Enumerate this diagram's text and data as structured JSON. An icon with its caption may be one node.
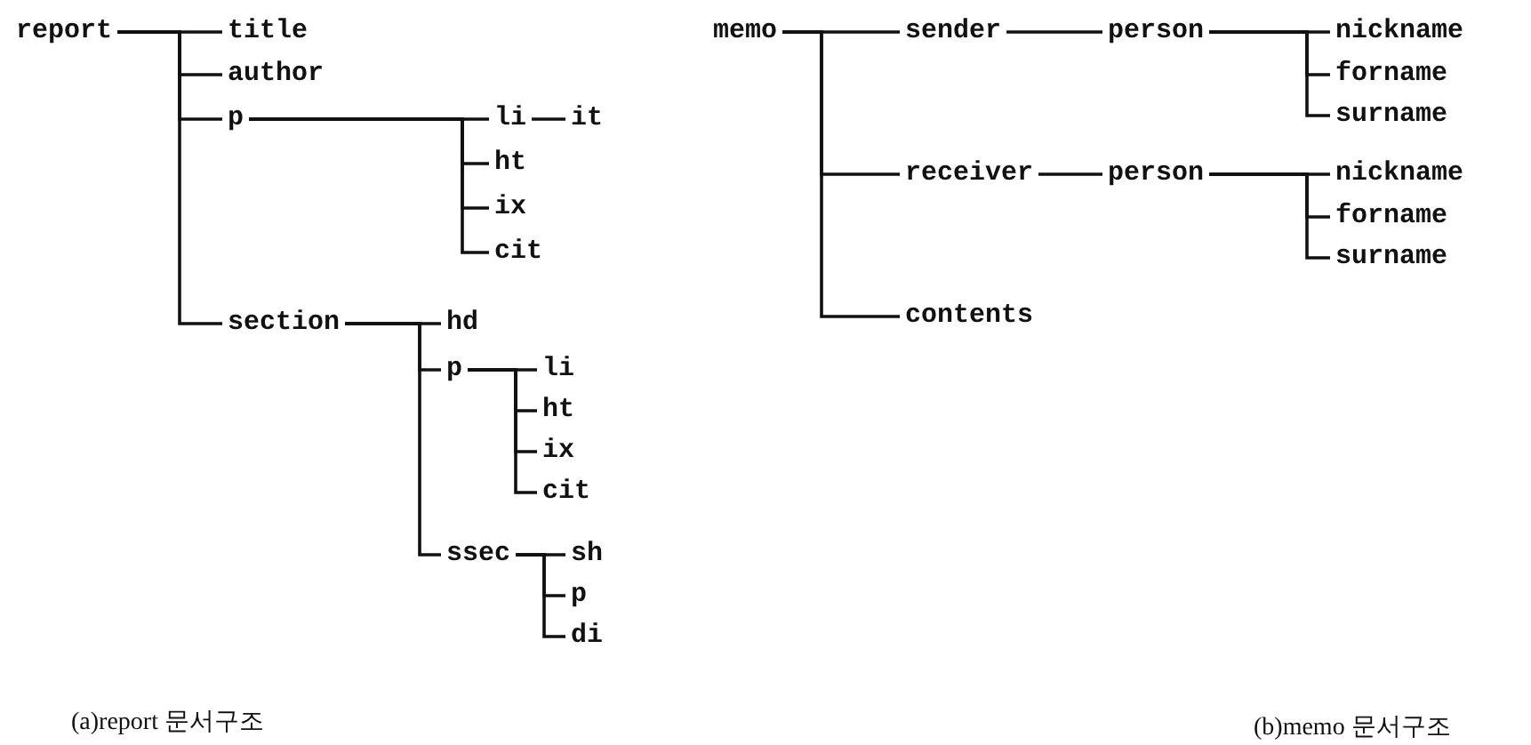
{
  "diagram": {
    "nodes": [
      {
        "text": [
          "report"
        ]
      },
      {
        "text": [
          "title"
        ]
      },
      {
        "text": [
          "author"
        ]
      },
      {
        "text": [
          "p"
        ]
      },
      {
        "text": [
          "li"
        ]
      },
      {
        "text": [
          "it"
        ]
      },
      {
        "text": [
          "ht"
        ]
      },
      {
        "text": [
          "ix"
        ]
      },
      {
        "text": [
          "cit"
        ]
      },
      {
        "text": [
          "section"
        ]
      },
      {
        "text": [
          "hd"
        ]
      },
      {
        "text": [
          "p"
        ]
      },
      {
        "text": [
          "li"
        ]
      },
      {
        "text": [
          "ht"
        ]
      },
      {
        "text": [
          "ix"
        ]
      },
      {
        "text": [
          "cit"
        ]
      },
      {
        "text": [
          "ssec"
        ]
      },
      {
        "text": [
          "sh"
        ]
      },
      {
        "text": [
          "p"
        ]
      },
      {
        "text": [
          "di"
        ]
      },
      {
        "text": [
          "memo"
        ]
      },
      {
        "text": [
          "sender"
        ]
      },
      {
        "text": [
          "person"
        ]
      },
      {
        "text": [
          "nickname"
        ]
      },
      {
        "text": [
          "forname"
        ]
      },
      {
        "text": [
          "surname"
        ]
      },
      {
        "text": [
          "receiver"
        ]
      },
      {
        "text": [
          "person"
        ]
      },
      {
        "text": [
          "nickname"
        ]
      },
      {
        "text": [
          "forname"
        ]
      },
      {
        "text": [
          "surname"
        ]
      },
      {
        "text": [
          "contents"
        ]
      }
    ],
    "edges": [
      {
        "from": 0,
        "to": 1,
        "arrow": "none"
      },
      {
        "from": 0,
        "to": 2,
        "arrow": "none"
      },
      {
        "from": 0,
        "to": 3,
        "arrow": "none"
      },
      {
        "from": 0,
        "to": 9,
        "arrow": "none"
      },
      {
        "from": 3,
        "to": 4,
        "arrow": "none"
      },
      {
        "from": 3,
        "to": 6,
        "arrow": "none"
      },
      {
        "from": 3,
        "to": 7,
        "arrow": "none"
      },
      {
        "from": 3,
        "to": 8,
        "arrow": "none"
      },
      {
        "from": 4,
        "to": 5,
        "arrow": "none"
      },
      {
        "from": 9,
        "to": 10,
        "arrow": "none"
      },
      {
        "from": 9,
        "to": 11,
        "arrow": "none"
      },
      {
        "from": 9,
        "to": 16,
        "arrow": "none"
      },
      {
        "from": 11,
        "to": 12,
        "arrow": "none"
      },
      {
        "from": 11,
        "to": 13,
        "arrow": "none"
      },
      {
        "from": 11,
        "to": 14,
        "arrow": "none"
      },
      {
        "from": 11,
        "to": 15,
        "arrow": "none"
      },
      {
        "from": 16,
        "to": 17,
        "arrow": "none"
      },
      {
        "from": 16,
        "to": 18,
        "arrow": "none"
      },
      {
        "from": 16,
        "to": 19,
        "arrow": "none"
      },
      {
        "from": 20,
        "to": 21,
        "arrow": "none"
      },
      {
        "from": 20,
        "to": 26,
        "arrow": "none"
      },
      {
        "from": 20,
        "to": 31,
        "arrow": "none"
      },
      {
        "from": 21,
        "to": 22,
        "arrow": "none"
      },
      {
        "from": 22,
        "to": 23,
        "arrow": "none"
      },
      {
        "from": 22,
        "to": 24,
        "arrow": "none"
      },
      {
        "from": 22,
        "to": 25,
        "arrow": "none"
      },
      {
        "from": 26,
        "to": 27,
        "arrow": "none"
      },
      {
        "from": 27,
        "to": 28,
        "arrow": "none"
      },
      {
        "from": 27,
        "to": 29,
        "arrow": "none"
      },
      {
        "from": 27,
        "to": 30,
        "arrow": "none"
      }
    ],
    "labels": [
      "(a)report 문서구조",
      "(b)memo 문서구조"
    ]
  }
}
